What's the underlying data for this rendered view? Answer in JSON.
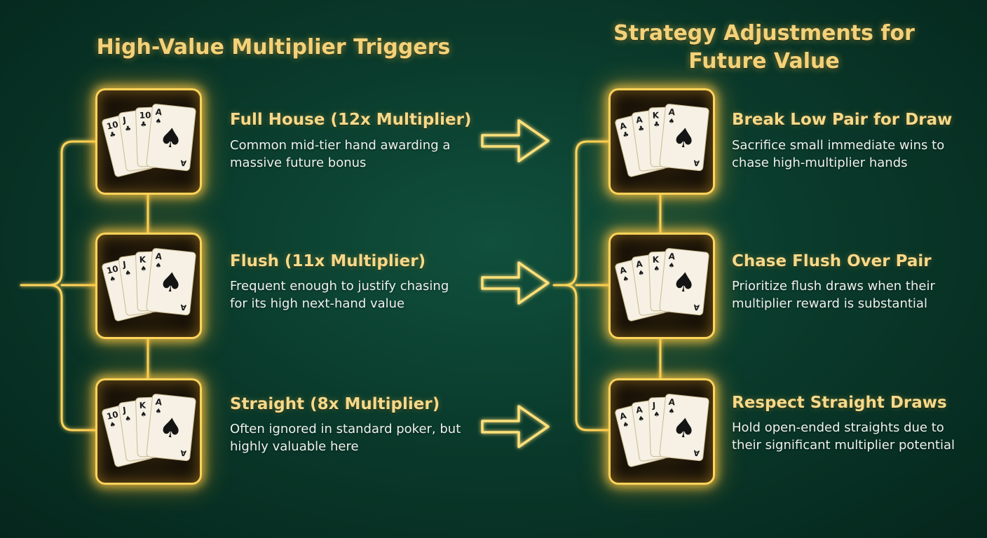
{
  "left_title": "High-Value Multiplier Triggers",
  "right_title": {
    "line1": "Strategy Adjustments for",
    "line2": "Future Value"
  },
  "accent_color": "#ffd45a",
  "left_items": [
    {
      "heading": "Full House (12x Multiplier)",
      "description": "Common mid-tier hand awarding a massive future bonus",
      "cards": [
        {
          "rank": "10",
          "suit": "♣"
        },
        {
          "rank": "J",
          "suit": "♣"
        },
        {
          "rank": "10",
          "suit": "♣"
        },
        {
          "rank": "A",
          "suit": "♠"
        }
      ]
    },
    {
      "heading": "Flush (11x Multiplier)",
      "description": "Frequent enough to justify chasing for its high next-hand value",
      "cards": [
        {
          "rank": "10",
          "suit": "♠"
        },
        {
          "rank": "J",
          "suit": "♠"
        },
        {
          "rank": "K",
          "suit": "♠"
        },
        {
          "rank": "A",
          "suit": "♠"
        }
      ]
    },
    {
      "heading": "Straight (8x Multiplier)",
      "description": "Often ignored in standard poker, but highly valuable here",
      "cards": [
        {
          "rank": "10",
          "suit": "♠"
        },
        {
          "rank": "J",
          "suit": "♠"
        },
        {
          "rank": "K",
          "suit": "♠"
        },
        {
          "rank": "A",
          "suit": "♠"
        }
      ]
    }
  ],
  "right_items": [
    {
      "heading": "Break Low Pair for Draw",
      "description": "Sacrifice small immediate wins to chase high-multiplier hands",
      "cards": [
        {
          "rank": "A",
          "suit": "♣"
        },
        {
          "rank": "A",
          "suit": "♣"
        },
        {
          "rank": "K",
          "suit": "♣"
        },
        {
          "rank": "A",
          "suit": "♠"
        }
      ]
    },
    {
      "heading": "Chase Flush Over Pair",
      "description": "Prioritize flush draws when their multiplier reward is substantial",
      "cards": [
        {
          "rank": "A",
          "suit": "♠"
        },
        {
          "rank": "A",
          "suit": "♠"
        },
        {
          "rank": "K",
          "suit": "♠"
        },
        {
          "rank": "A",
          "suit": "♠"
        }
      ]
    },
    {
      "heading": "Respect Straight Draws",
      "description": "Hold open-ended straights due to their significant multiplier potential",
      "cards": [
        {
          "rank": "A",
          "suit": "♠"
        },
        {
          "rank": "A",
          "suit": "♠"
        },
        {
          "rank": "J",
          "suit": "♠"
        },
        {
          "rank": "A",
          "suit": "♠"
        }
      ]
    }
  ]
}
